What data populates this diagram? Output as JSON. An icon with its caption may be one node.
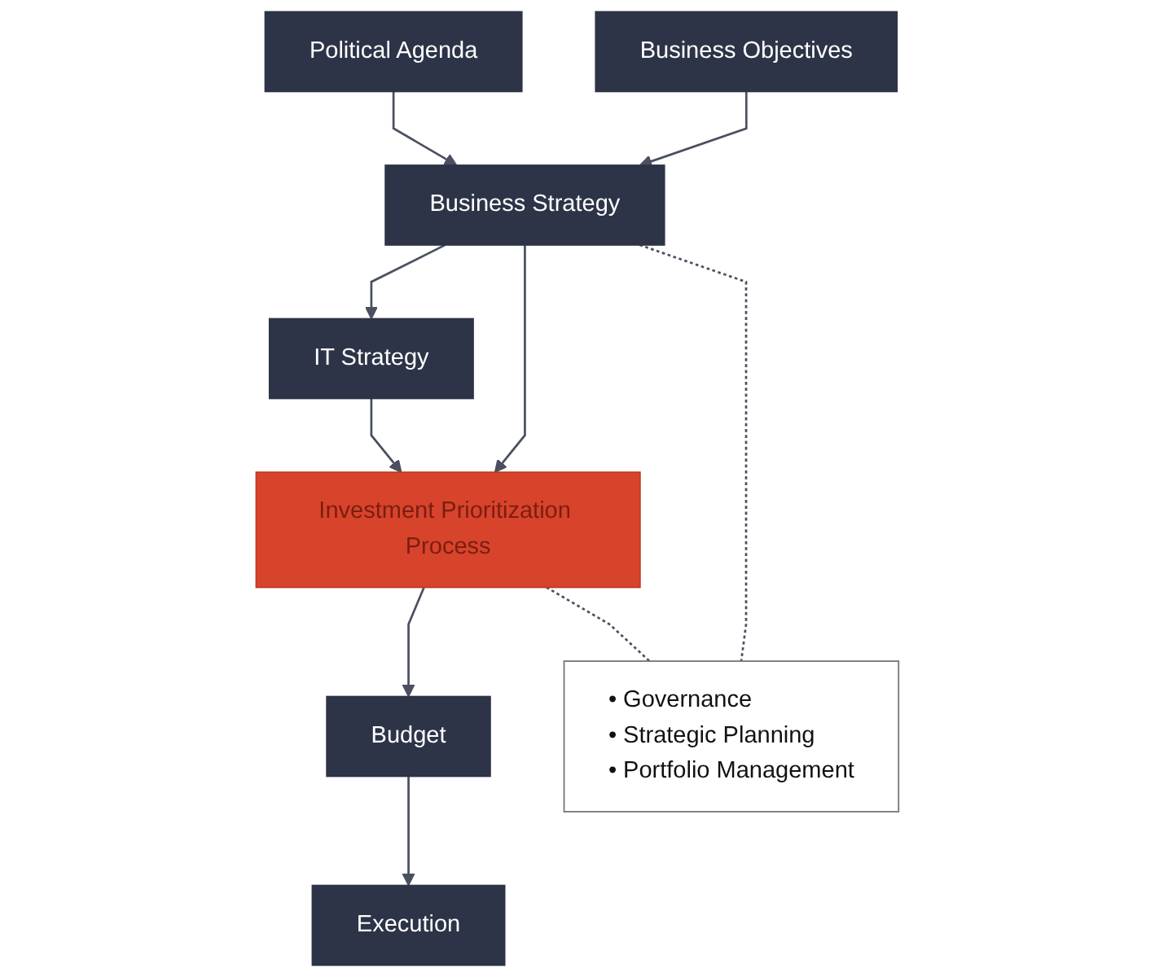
{
  "diagram": {
    "nodes": [
      {
        "text": [
          "Political Agenda"
        ]
      },
      {
        "text": [
          "Business Objectives"
        ]
      },
      {
        "text": [
          "Business Strategy"
        ]
      },
      {
        "text": [
          "IT Strategy"
        ]
      },
      {
        "text": [
          "Investment Prioritization Process"
        ]
      },
      {
        "text": [
          "Budget"
        ]
      },
      {
        "text": [
          "Execution"
        ]
      },
      {
        "text": [
          "• Governance",
          "• Strategic Planning",
          "• Portfolio Management"
        ]
      }
    ],
    "edges": [
      {
        "from": 0,
        "to": 2,
        "arrow": "to"
      },
      {
        "from": 1,
        "to": 2,
        "arrow": "to"
      },
      {
        "from": 2,
        "to": 3,
        "arrow": "to"
      },
      {
        "from": 2,
        "to": 4,
        "arrow": "to"
      },
      {
        "from": 3,
        "to": 4,
        "arrow": "to"
      },
      {
        "from": 4,
        "to": 5,
        "arrow": "to"
      },
      {
        "from": 5,
        "to": 6,
        "arrow": "to"
      },
      {
        "from": 2,
        "to": 7,
        "arrow": "none",
        "style": "dashed"
      },
      {
        "from": 4,
        "to": 7,
        "arrow": "none",
        "style": "dashed"
      }
    ]
  }
}
